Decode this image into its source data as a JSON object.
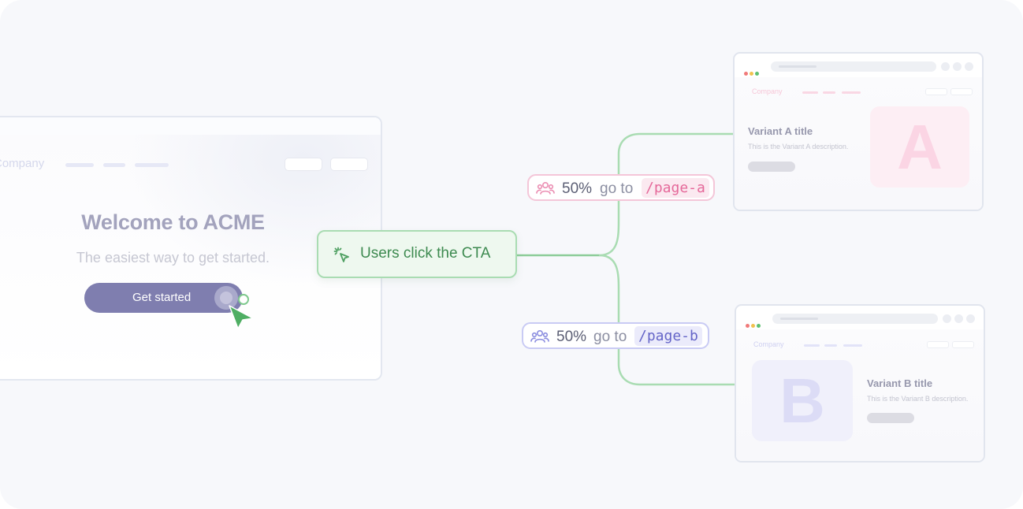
{
  "landing": {
    "brand": "Company",
    "headline": "Welcome to ACME",
    "subline": "The easiest way to get started.",
    "cta_label": "Get started"
  },
  "flow": {
    "trigger_label": "Users click the CTA",
    "split_a": {
      "percent": "50%",
      "goto": "go to",
      "path": "/page-a",
      "color": "#e5699a"
    },
    "split_b": {
      "percent": "50%",
      "goto": "go to",
      "path": "/page-b",
      "color": "#6565c8"
    },
    "connector_color": "#a9dcb2"
  },
  "variant_a": {
    "brand": "Company",
    "title": "Variant A title",
    "description": "This is the Variant A description.",
    "letter": "A"
  },
  "variant_b": {
    "brand": "Company",
    "title": "Variant B title",
    "description": "This is the Variant B description.",
    "letter": "B"
  }
}
